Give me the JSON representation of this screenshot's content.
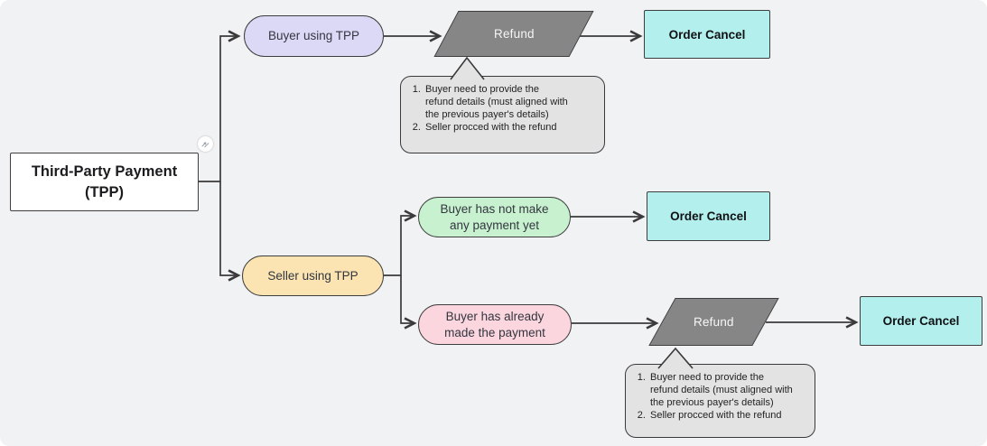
{
  "diagram": {
    "title": "Third-Party Payment cancellation flowchart",
    "nodes": {
      "root": {
        "label": "Third-Party Payment (TPP)",
        "shape": "rectangle",
        "fill": "#ffffff"
      },
      "buyer_using_tpp": {
        "label": "Buyer using TPP",
        "shape": "pill",
        "fill": "#dcd9f7"
      },
      "refund_top": {
        "label": "Refund",
        "shape": "parallelogram",
        "fill": "#868686"
      },
      "order_cancel_top": {
        "label": "Order Cancel",
        "shape": "rectangle",
        "fill": "#b3f0ed"
      },
      "seller_using_tpp": {
        "label": "Seller using TPP",
        "shape": "pill",
        "fill": "#fbe4b1"
      },
      "buyer_not_paid": {
        "label": "Buyer has not make any payment yet",
        "shape": "pill",
        "fill": "#c8f2cf"
      },
      "order_cancel_middle": {
        "label": "Order Cancel",
        "shape": "rectangle",
        "fill": "#b3f0ed"
      },
      "buyer_paid": {
        "label": "Buyer has already made the payment",
        "shape": "pill",
        "fill": "#fcd6de"
      },
      "refund_bottom": {
        "label": "Refund",
        "shape": "parallelogram",
        "fill": "#868686"
      },
      "order_cancel_bottom": {
        "label": "Order Cancel",
        "shape": "rectangle",
        "fill": "#b3f0ed"
      }
    },
    "notes": {
      "refund_note_top": {
        "items": [
          "Buyer need to provide the refund details (must aligned with the previous payer's details)",
          "Seller procced with the refund"
        ]
      },
      "refund_note_bottom": {
        "items": [
          "Buyer need to provide the refund details (must aligned with the previous payer's details)",
          "Seller procced with the refund"
        ]
      }
    },
    "edges": [
      {
        "from": "root",
        "to": "buyer_using_tpp"
      },
      {
        "from": "root",
        "to": "seller_using_tpp"
      },
      {
        "from": "buyer_using_tpp",
        "to": "refund_top"
      },
      {
        "from": "refund_top",
        "to": "order_cancel_top"
      },
      {
        "from": "seller_using_tpp",
        "to": "buyer_not_paid"
      },
      {
        "from": "seller_using_tpp",
        "to": "buyer_paid"
      },
      {
        "from": "buyer_not_paid",
        "to": "order_cancel_middle"
      },
      {
        "from": "buyer_paid",
        "to": "refund_bottom"
      },
      {
        "from": "refund_bottom",
        "to": "order_cancel_bottom"
      }
    ],
    "colors": {
      "background": "#f1f2f4",
      "connector": "#3a3a3a",
      "node_border": "#3e3e3e",
      "note_fill": "#e3e3e3",
      "refund_text": "#f6f6f6"
    }
  }
}
